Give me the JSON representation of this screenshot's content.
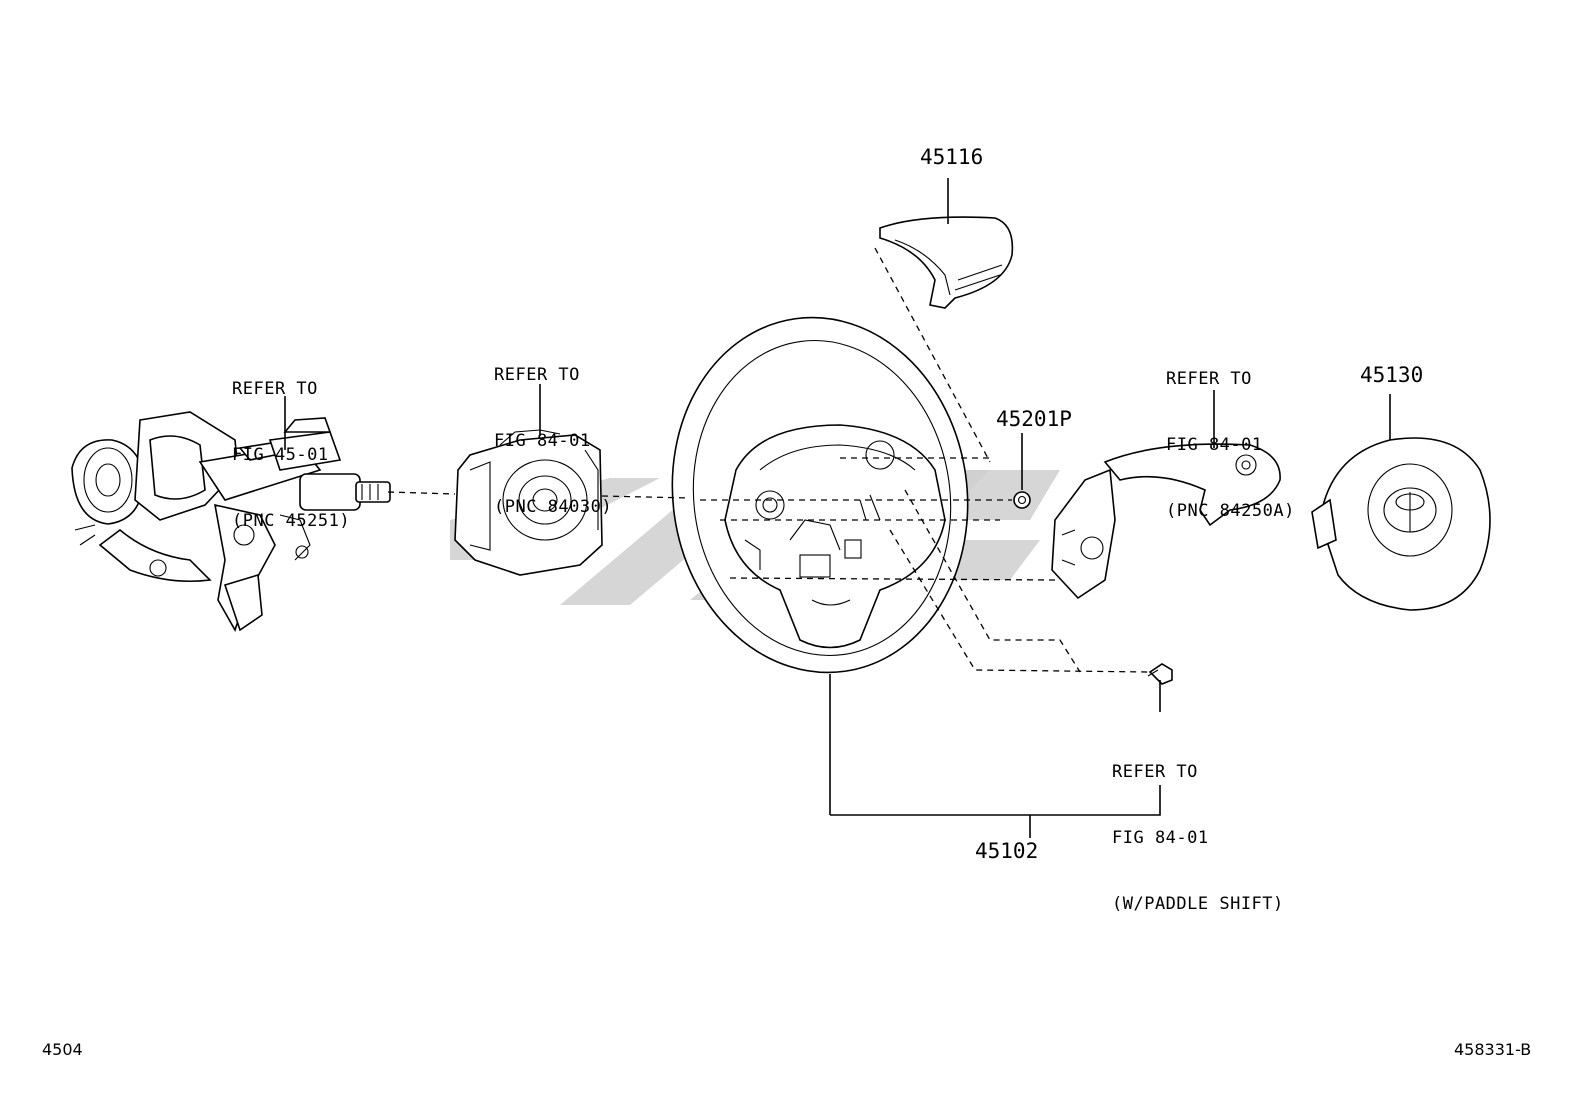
{
  "labels": {
    "steering_column_ref": [
      "REFER TO",
      "FIG 45-01",
      "(PNC 45251)"
    ],
    "spiral_cable_ref": [
      "REFER TO",
      "FIG 84-01",
      "(PNC 84030)"
    ],
    "switch_ref": [
      "REFER TO",
      "FIG 84-01",
      "(PNC 84250A)"
    ],
    "paddle_shift_ref": [
      "REFER TO",
      "FIG 84-01",
      "(W/PADDLE SHIFT)"
    ]
  },
  "part_numbers": {
    "cover": "45116",
    "nut": "45201P",
    "airbag": "45130",
    "wheel_assy": "45102"
  },
  "footer": {
    "page_code": "4504",
    "figure_code": "458331-B"
  }
}
